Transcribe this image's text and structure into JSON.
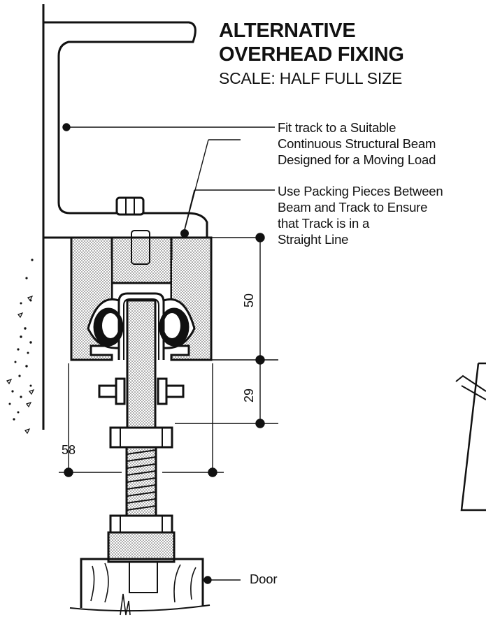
{
  "title": {
    "line1": "ALTERNATIVE",
    "line2": "OVERHEAD FIXING",
    "scale": "SCALE: HALF FULL SIZE"
  },
  "notes": [
    {
      "lines": [
        "Fit track to a Suitable",
        "Continuous Structural Beam",
        "Designed for a Moving Load"
      ]
    },
    {
      "lines": [
        "Use Packing Pieces Between",
        "Beam and Track to Ensure",
        "that Track is in a",
        "Straight Line"
      ]
    }
  ],
  "labels": {
    "door": "Door"
  },
  "dimensions": {
    "height_upper": "50",
    "height_lower": "29",
    "width": "58"
  }
}
